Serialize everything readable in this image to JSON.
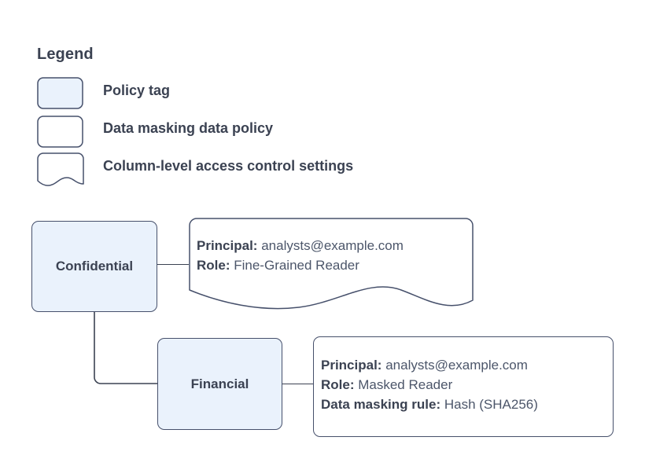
{
  "legend": {
    "title": "Legend",
    "items": [
      {
        "label": "Policy tag",
        "shape": "rounded-rect-filled",
        "fill": "#eaf2fc"
      },
      {
        "label": "Data masking data policy",
        "shape": "rounded-rect",
        "fill": "#ffffff"
      },
      {
        "label": "Column-level access control settings",
        "shape": "wave-bottom-rect",
        "fill": "#ffffff"
      }
    ]
  },
  "diagram": {
    "nodes": [
      {
        "label": "Confidential"
      },
      {
        "label": "Financial"
      }
    ],
    "callouts": [
      {
        "lines": [
          {
            "label": "Principal:",
            "value": "analysts@example.com"
          },
          {
            "label": "Role:",
            "value": "Fine-Grained Reader"
          }
        ]
      },
      {
        "lines": [
          {
            "label": "Principal:",
            "value": "analysts@example.com"
          },
          {
            "label": "Role:",
            "value": "Masked Reader"
          },
          {
            "label": "Data masking rule:",
            "value": "Hash (SHA256)"
          }
        ]
      }
    ]
  },
  "colors": {
    "node_fill": "#eaf2fc",
    "stroke": "#46506b",
    "text": "#3b4252",
    "value_text": "#4c566a",
    "background": "#ffffff"
  }
}
